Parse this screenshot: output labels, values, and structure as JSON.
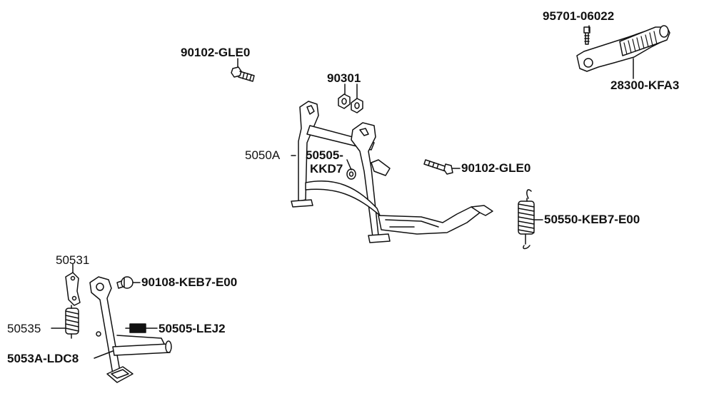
{
  "parts": {
    "p95701": "95701-06022",
    "p28300": "28300-KFA3",
    "p90102_top": "90102-GLE0",
    "p90301": "90301",
    "p5050A": "5050A",
    "p50505_a": "50505-",
    "p50505_b": "KKD7",
    "p90102_mid": "90102-GLE0",
    "p50550": "50550-KEB7-E00",
    "p50531": "50531",
    "p90108": "90108-KEB7-E00",
    "p50535": "50535",
    "p50505_lej": "50505-LEJ2",
    "p5053A": "5053A-LDC8"
  }
}
